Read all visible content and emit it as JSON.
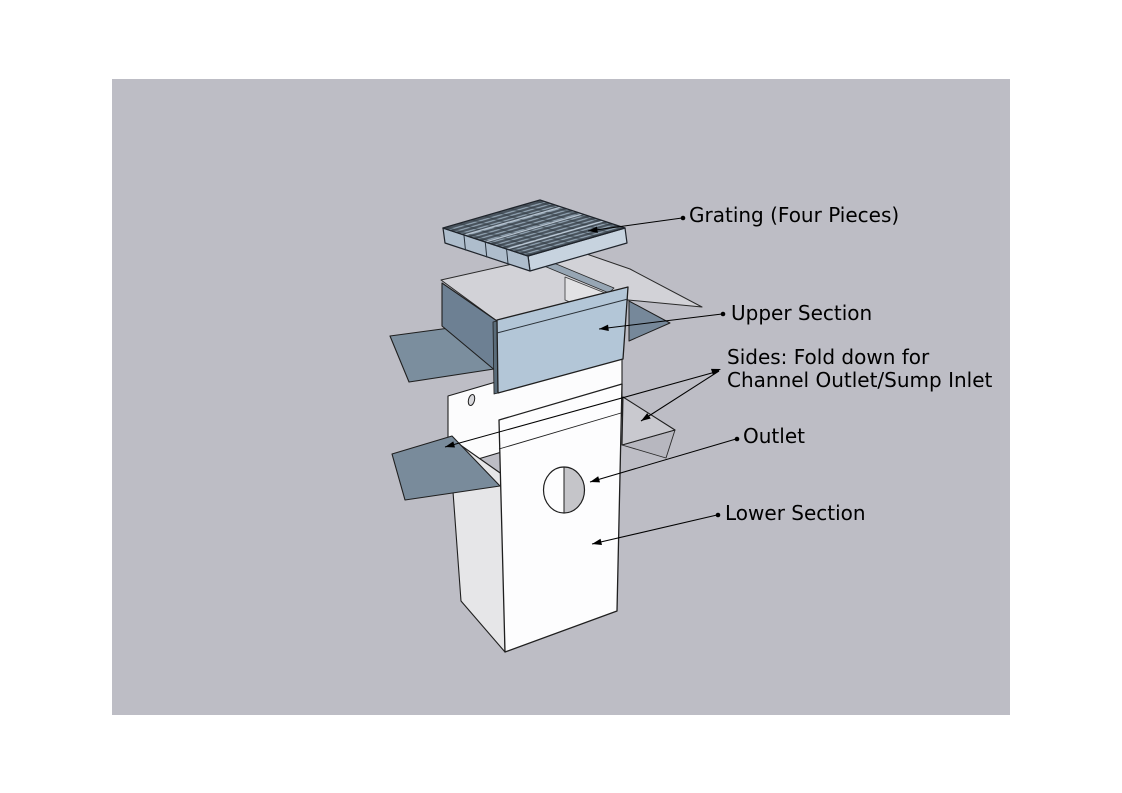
{
  "canvas": {
    "background_color": "#bdbdc5",
    "page_background": "#ffffff"
  },
  "diagram": {
    "type": "exploded-assembly-drawing",
    "subject": "drain sump assembly",
    "labels": {
      "grating": {
        "text": "Grating (Four Pieces)"
      },
      "upper_section": {
        "text": "Upper Section"
      },
      "sides": {
        "line1": "Sides: Fold down for",
        "line2": "Channel Outlet/Sump Inlet"
      },
      "outlet": {
        "text": "Outlet"
      },
      "lower_section": {
        "text": "Lower Section"
      }
    },
    "colors": {
      "grating_top": "#49535d",
      "grating_bar_highlight": "#9db0c0",
      "grating_side_left": "#aebdcc",
      "grating_side_right": "#c7d3df",
      "upper_wall_blue": "#b3c6d7",
      "flange_gray": "#d2d2d7",
      "flap_dark_slate": "#798b9b",
      "flap_light_gray": "#c9c9cf",
      "box_white": "#fdfdfe",
      "box_side_gray": "#e6e6e8",
      "outlet_shade": "#c5c5c9",
      "edge_line": "#1f1f1f",
      "leader_line": "#000000",
      "text": "#000000"
    }
  }
}
